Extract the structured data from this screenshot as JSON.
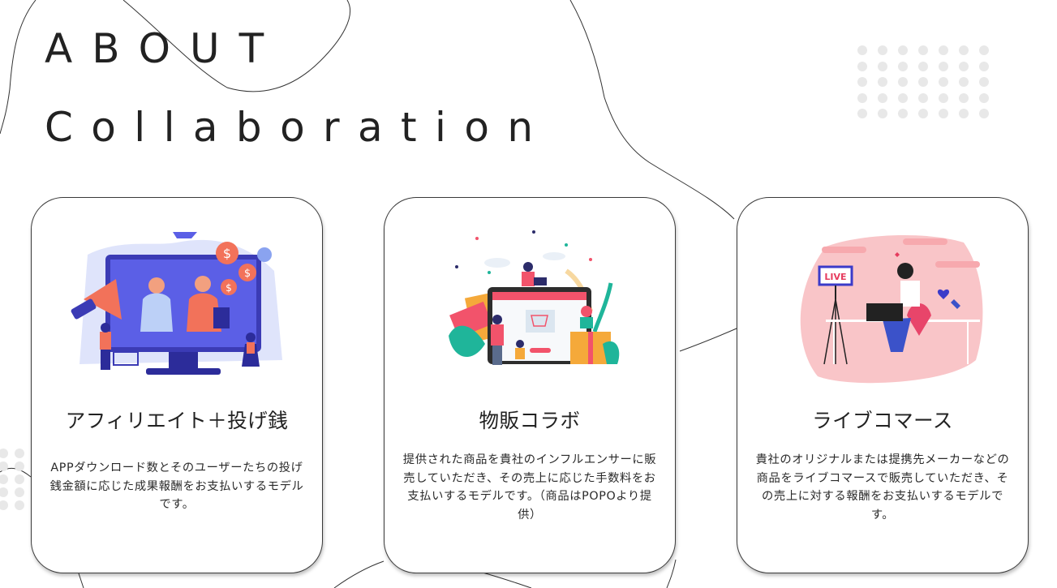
{
  "header": {
    "line1": "ABOUT",
    "line2": "Collaboration"
  },
  "cards": [
    {
      "title": "アフィリエイト＋投げ銭",
      "description": "APPダウンロード数とそのユーザーたちの投げ銭金額に応じた成果報酬をお支払いするモデルです。",
      "illustration": "handshake-monitor-illustration"
    },
    {
      "title": "物販コラボ",
      "description": "提供された商品を貴社のインフルエンサーに販売していただき、その売上に応じた手数料をお支払いするモデルです。（商品はPOPOより提供）",
      "illustration": "online-shopping-illustration"
    },
    {
      "title": "ライブコマース",
      "description": "貴社のオリジナルまたは提携先メーカーなどの商品をライブコマースで販売していただき、その売上に対する報酬をお支払いするモデルです。",
      "illustration": "live-streaming-illustration"
    }
  ],
  "colors": {
    "text": "#222222",
    "card_border": "#3a3a3a",
    "dot": "#e8e8e8",
    "illust_blue": "#4d50d8",
    "illust_orange": "#f2725a",
    "illust_pink": "#f9c5c8",
    "illust_teal": "#1fb59a"
  }
}
